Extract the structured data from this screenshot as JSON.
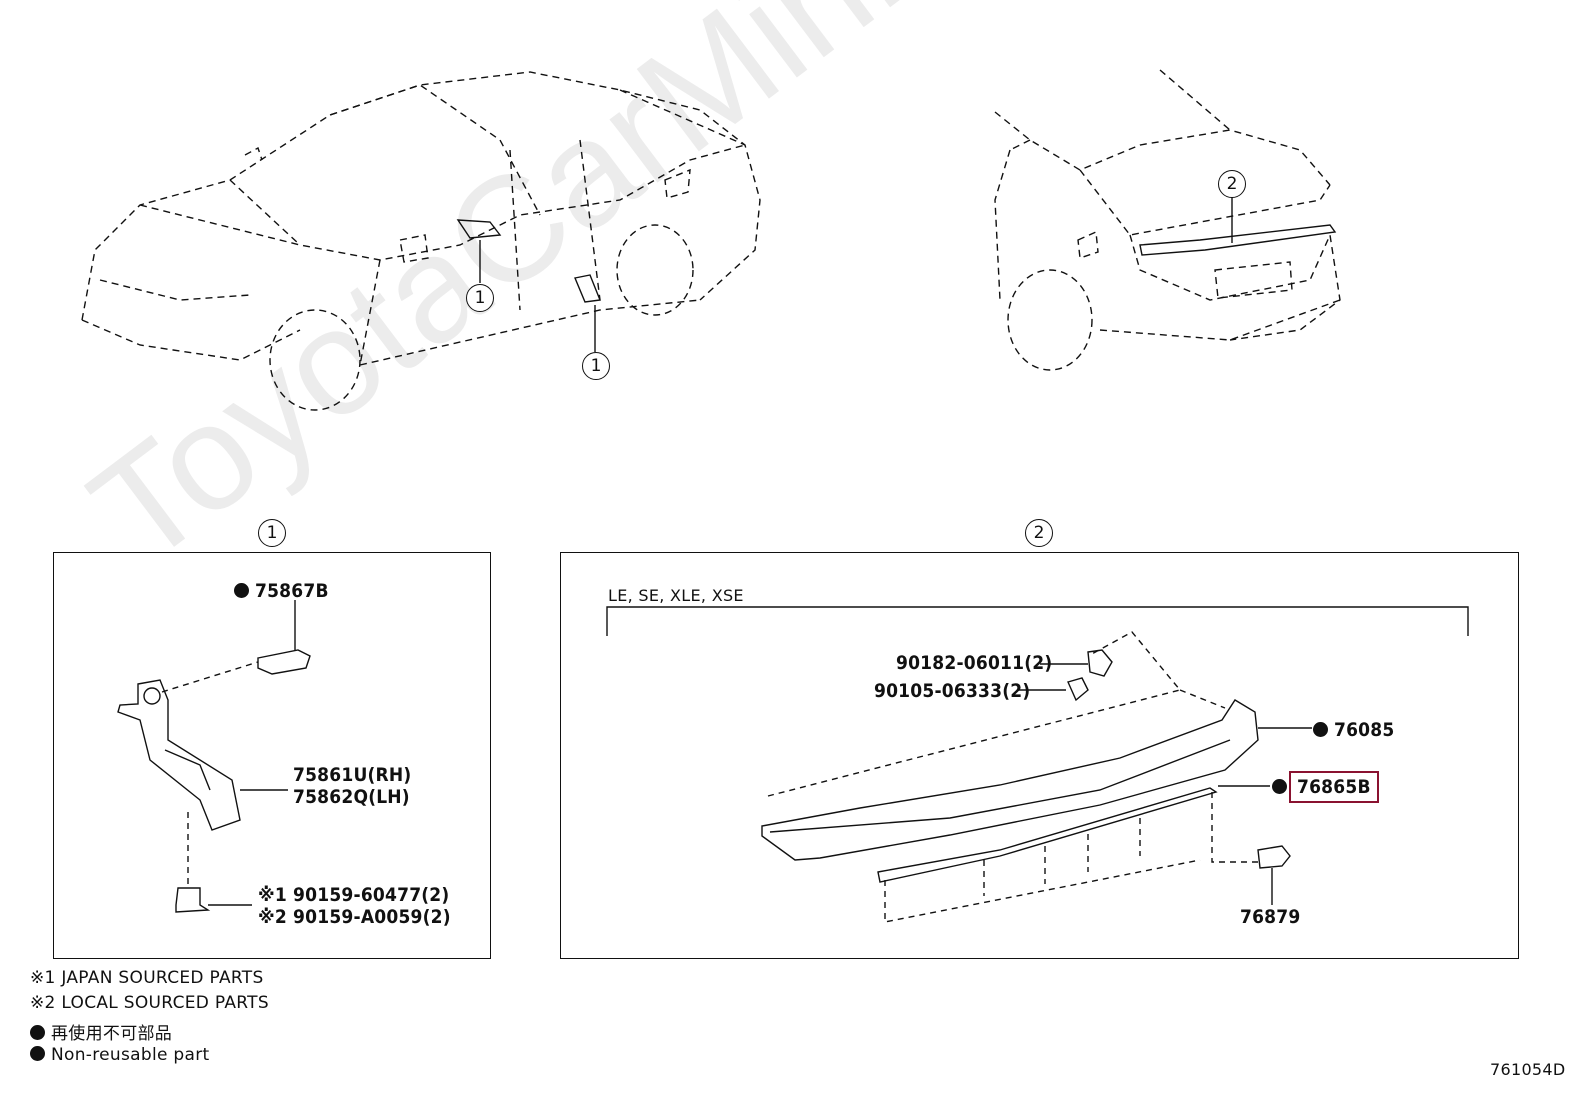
{
  "watermark": "ToyotaCarMini.ru",
  "callouts": {
    "one": "1",
    "two": "2"
  },
  "panel1": {
    "part_75867b": "75867B",
    "part_rh": "75861U(RH)",
    "part_lh": "75862Q(LH)",
    "bolt_1": "※1 90159-60477(2)",
    "bolt_2": "※2 90159-A0059(2)"
  },
  "panel2": {
    "variant": "LE, SE, XLE, XSE",
    "part_clip": "90182-06011(2)",
    "part_screw": "90105-06333(2)",
    "part_spoiler": "76085",
    "part_seal": "76865B",
    "part_bolt": "76879"
  },
  "legend": {
    "l1": "※1  JAPAN SOURCED PARTS",
    "l2": "※2  LOCAL SOURCED PARTS",
    "l3": "再使用不可部品",
    "l4": "Non-reusable part"
  },
  "diagram_code": "761054D",
  "colors": {
    "highlight": "#8a1230",
    "line": "#111111"
  }
}
